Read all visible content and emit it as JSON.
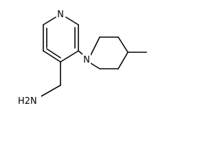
{
  "atom_labels": {
    "pyridine_n": "N",
    "piperidine_n": "N",
    "amine": "H2N"
  },
  "structure": {
    "bond_color": "#000000"
  }
}
